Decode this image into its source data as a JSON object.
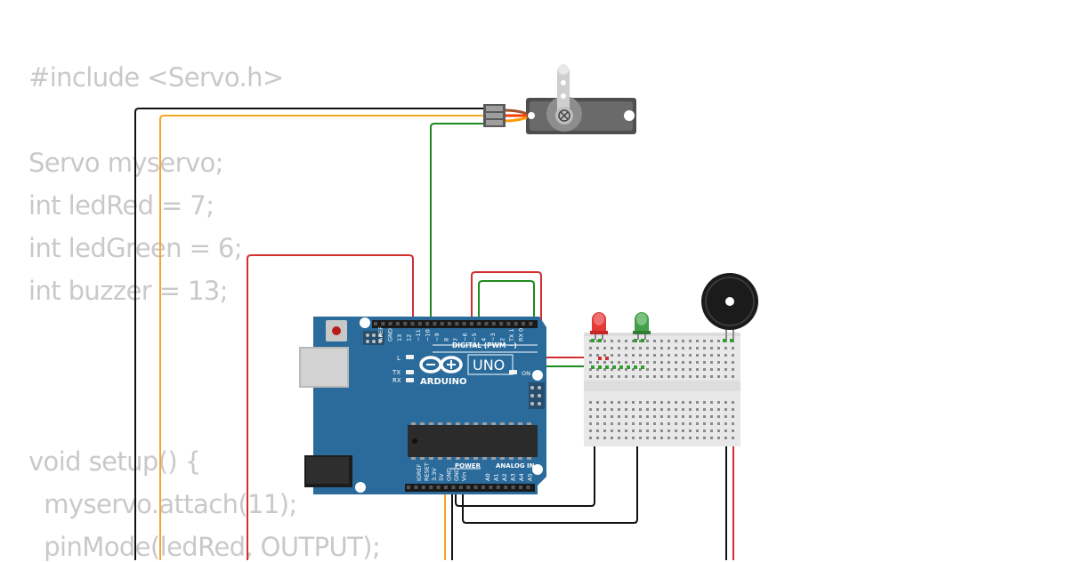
{
  "code": [
    "#include <Servo.h>",
    "",
    "Servo myservo;",
    "int ledRed = 7;",
    "int ledGreen = 6;",
    "int buzzer = 13;",
    "",
    "",
    "",
    "void setup() {",
    "  myservo.attach(11);",
    "  pinMode(ledRed, OUTPUT);"
  ],
  "board": {
    "brand": "ARDUINO",
    "model": "UNO",
    "digital_label": "DIGITAL (PWM ~)",
    "power_label": "POWER",
    "analog_label": "ANALOG IN",
    "on_label": "ON",
    "l_label": "L",
    "tx_label": "TX",
    "rx_label": "RX",
    "digital_pins": [
      "AREF",
      "GND",
      "13",
      "12",
      "~11",
      "~10",
      "~9",
      "8",
      "7",
      "~6",
      "~5",
      "4",
      "~3",
      "2",
      "TX 1",
      "RX 0"
    ],
    "power_pins": [
      "IOREF",
      "RESET",
      "3.3V",
      "5V",
      "GND",
      "GND",
      "Vin"
    ],
    "analog_pins": [
      "A0",
      "A1",
      "A2",
      "A3",
      "A4",
      "A5"
    ]
  },
  "colors": {
    "code_text": "#c9c9c9",
    "board": "#2a6b9c",
    "wire_black": "#111111",
    "wire_red": "#d32f2f",
    "wire_green": "#1e8a1e",
    "wire_orange": "#f5a623",
    "led_red": "#e53935",
    "led_green": "#43a047",
    "breadboard": "#e8e8e8"
  }
}
